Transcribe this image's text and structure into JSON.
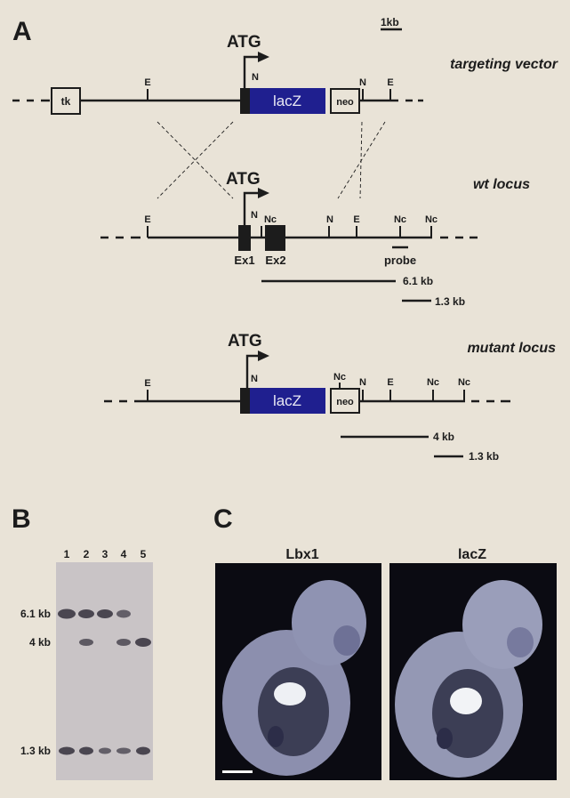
{
  "panels": {
    "a": "A",
    "b": "B",
    "c": "C"
  },
  "scale": "1kb",
  "targeting_vector": {
    "title": "targeting vector",
    "atg": "ATG",
    "tk": "tk",
    "lacz": "lacZ",
    "neo": "neo",
    "sites": [
      "E",
      "N",
      "N",
      "E"
    ]
  },
  "wt_locus": {
    "title": "wt locus",
    "atg": "ATG",
    "sites": [
      "E",
      "N",
      "Nc",
      "N",
      "E",
      "Nc",
      "Nc"
    ],
    "exons": [
      "Ex1",
      "Ex2"
    ],
    "probe": "probe",
    "fragments": [
      "6.1 kb",
      "1.3 kb"
    ]
  },
  "mutant_locus": {
    "title": "mutant locus",
    "atg": "ATG",
    "lacz": "lacZ",
    "neo": "neo",
    "sites": [
      "E",
      "N",
      "Nc",
      "N",
      "E",
      "Nc",
      "Nc"
    ],
    "fragments": [
      "4 kb",
      "1.3 kb"
    ]
  },
  "blot": {
    "lanes": [
      "1",
      "2",
      "3",
      "4",
      "5"
    ],
    "size_labels": [
      "6.1 kb",
      "4 kb",
      "1.3 kb"
    ]
  },
  "embryos": {
    "left": "Lbx1",
    "right": "lacZ"
  },
  "colors": {
    "lacz": "#1f1f8f",
    "ink": "#1c1c1c",
    "paper": "#e9e3d7"
  }
}
